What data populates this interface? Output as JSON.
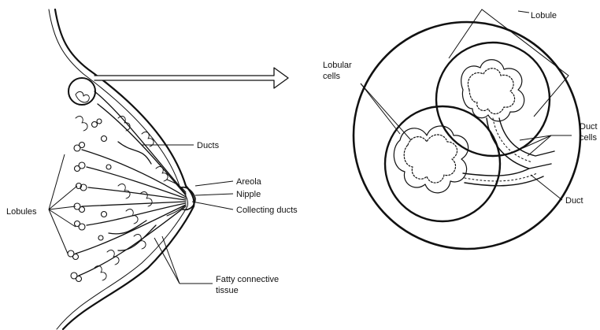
{
  "labels": {
    "ducts": "Ducts",
    "areola": "Areola",
    "nipple": "Nipple",
    "collecting_ducts": "Collecting ducts",
    "lobules": "Lobules",
    "fatty_line1": "Fatty connective",
    "fatty_line2": "tissue",
    "lobule": "Lobule",
    "lobular_line1": "Lobular",
    "lobular_line2": "cells",
    "duct_cells_line1": "Duct",
    "duct_cells_line2": "cells",
    "duct": "Duct"
  }
}
